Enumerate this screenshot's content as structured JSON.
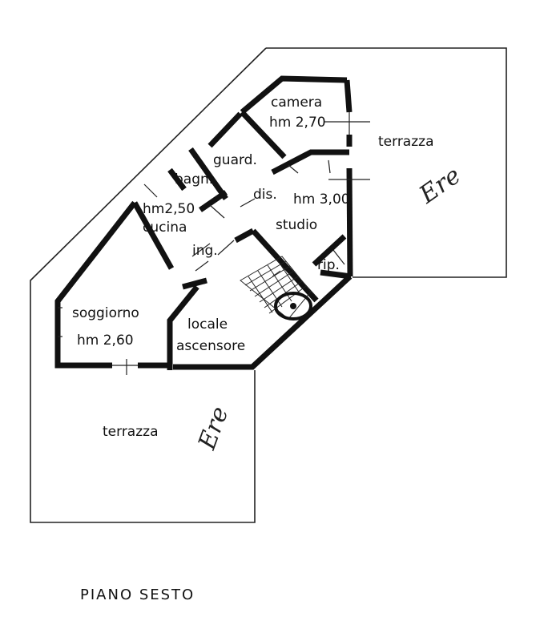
{
  "plan_title": "PIANO SESTO",
  "rooms": {
    "camera": {
      "name": "camera",
      "height": "hm 2,70"
    },
    "guardaroba": {
      "name": "guard."
    },
    "bagno": {
      "name": "bagn."
    },
    "cucina": {
      "name": "cucina",
      "height": "hm2,50"
    },
    "disimpegno": {
      "name": "dis."
    },
    "studio": {
      "name": "studio",
      "height": "hm 3,00"
    },
    "ingresso": {
      "name": "ing."
    },
    "ripostiglio": {
      "name": "rip."
    },
    "soggiorno": {
      "name": "soggiorno",
      "height": "hm 2,60"
    },
    "ascensore": {
      "line1": "locale",
      "line2": "ascensore"
    },
    "terrazza_top": {
      "name": "terrazza"
    },
    "terrazza_bottom": {
      "name": "terrazza"
    }
  },
  "signatures": {
    "top": "Ere",
    "bottom": "Ere"
  }
}
